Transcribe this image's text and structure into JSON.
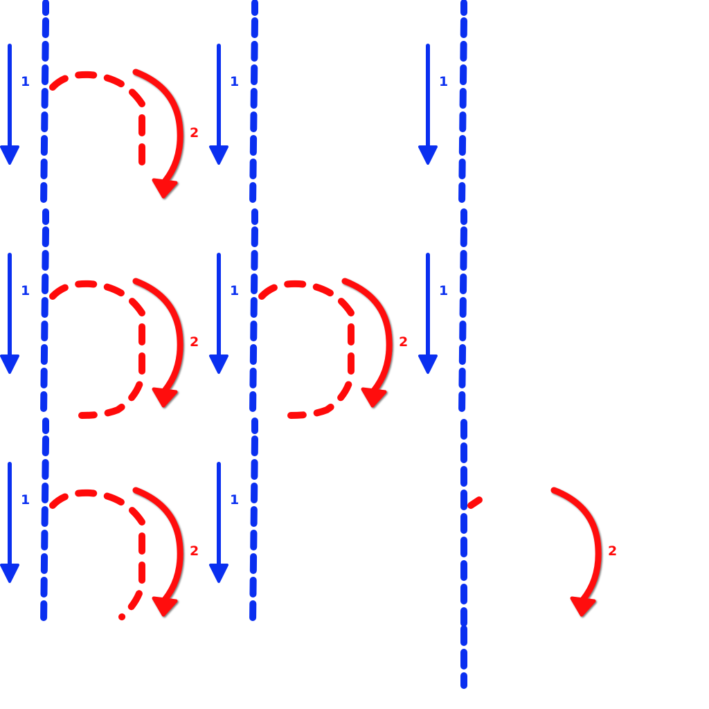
{
  "diagram": {
    "type": "stroke-order-grid",
    "colors": {
      "background": "#ffffff",
      "vertical_stroke": "#0a2ff0",
      "curved_stroke": "#ff0a0a"
    },
    "icons": {
      "vertical_arrow": "arrow-down-icon",
      "curved_arrow": "curved-arrow-icon"
    },
    "step_labels": {
      "vertical": "1",
      "curve": "2"
    },
    "rows": 3,
    "columns": 3,
    "cells": [
      {
        "row": 0,
        "col": 0,
        "stroke_shown": true,
        "glyph_curve": "top-arch",
        "curve_shown": true
      },
      {
        "row": 0,
        "col": 1,
        "stroke_shown": true,
        "glyph_curve": "none",
        "curve_shown": false
      },
      {
        "row": 0,
        "col": 2,
        "stroke_shown": true,
        "glyph_curve": "none",
        "curve_shown": false
      },
      {
        "row": 1,
        "col": 0,
        "stroke_shown": true,
        "glyph_curve": "bowl",
        "curve_shown": true
      },
      {
        "row": 1,
        "col": 1,
        "stroke_shown": true,
        "glyph_curve": "bowl",
        "curve_shown": true
      },
      {
        "row": 1,
        "col": 2,
        "stroke_shown": true,
        "glyph_curve": "none",
        "curve_shown": false
      },
      {
        "row": 2,
        "col": 0,
        "stroke_shown": true,
        "glyph_curve": "hump",
        "curve_shown": true
      },
      {
        "row": 2,
        "col": 1,
        "stroke_shown": true,
        "glyph_curve": "none",
        "curve_shown": false
      },
      {
        "row": 2,
        "col": 2,
        "stroke_shown": false,
        "glyph_curve": "hint",
        "curve_shown": true
      }
    ]
  }
}
